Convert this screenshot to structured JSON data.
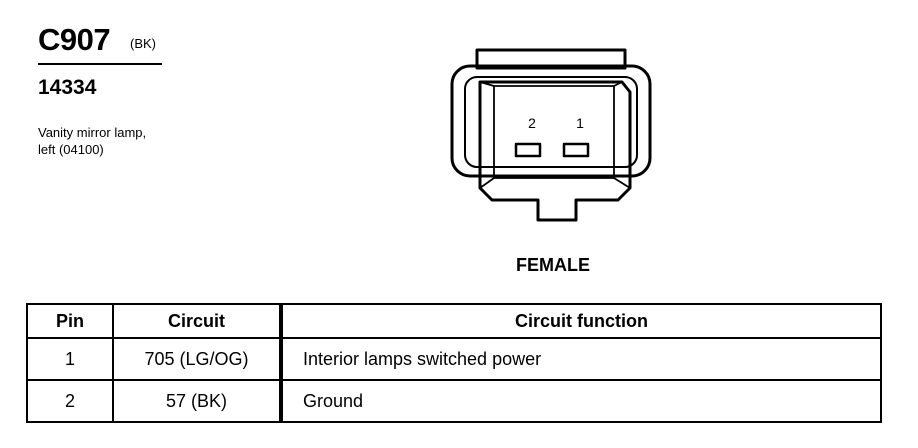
{
  "header": {
    "connector_id": "C907",
    "color_code": "(BK)",
    "part_number": "14334",
    "description_lines": [
      "Vanity mirror lamp,",
      "left (04100)"
    ]
  },
  "connector": {
    "pin_labels": [
      "2",
      "1"
    ],
    "gender_label": "FEMALE"
  },
  "pin_table": {
    "headers": [
      "Pin",
      "Circuit",
      "Circuit function"
    ],
    "rows": [
      [
        "1",
        "705 (LG/OG)",
        "Interior lamps switched power"
      ],
      [
        "2",
        "57 (BK)",
        "Ground"
      ]
    ]
  }
}
